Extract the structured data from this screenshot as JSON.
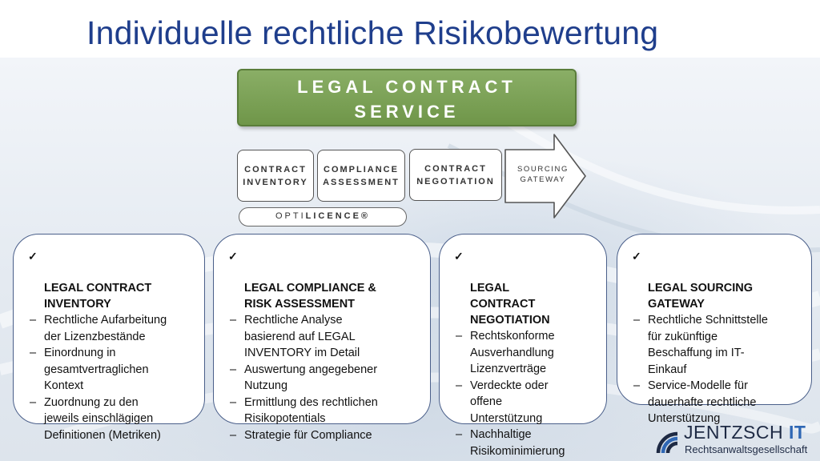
{
  "slide": {
    "title": "Individuelle rechtliche Risikobewertung"
  },
  "service_box": {
    "line1": "LEGAL CONTRACT",
    "line2": "SERVICE"
  },
  "modules": [
    {
      "label": "CONTRACT\nINVENTORY"
    },
    {
      "label": "COMPLIANCE\nASSESSMENT"
    },
    {
      "label": "CONTRACT\nNEGOTIATION"
    }
  ],
  "gateway_arrow": {
    "label": "SOURCING\nGATEWAY"
  },
  "optilicence": {
    "prefix": "OPTI",
    "brand": "LICENCE®"
  },
  "cards": [
    {
      "check": "✓",
      "heading": "LEGAL CONTRACT\nINVENTORY",
      "bullets": [
        "Rechtliche Aufarbeitung\nder Lizenzbestände",
        "Einordnung in\ngesamtvertraglichen\nKontext",
        "Zuordnung zu den\njeweils einschlägigen\nDefinitionen (Metriken)"
      ]
    },
    {
      "check": "✓",
      "heading": "LEGAL COMPLIANCE &\nRISK ASSESSMENT",
      "bullets": [
        "Rechtliche Analyse\nbasierend auf LEGAL\nINVENTORY im Detail",
        "Auswertung angegebener\nNutzung",
        "Ermittlung des rechtlichen\nRisikopotentials",
        "Strategie für Compliance"
      ]
    },
    {
      "check": "✓",
      "heading": "LEGAL\nCONTRACT\nNEGOTIATION",
      "bullets": [
        "Rechtskonforme\nAusverhandlung\nLizenzverträge",
        "Verdeckte oder\noffene\nUnterstützung",
        "Nachhaltige\nRisikominimierung"
      ]
    },
    {
      "check": "✓",
      "heading": "LEGAL SOURCING\nGATEWAY",
      "bullets": [
        "Rechtliche Schnittstelle\nfür zukünftige\nBeschaffung im IT-\nEinkauf",
        "Service-Modelle für\ndauerhafte rechtliche\nUnterstützung"
      ]
    }
  ],
  "bullet_marker": "–",
  "logo": {
    "name_part1": "JENTZSCH ",
    "name_part2": "IT",
    "subtitle": "Rechtsanwaltsgesellschaft"
  },
  "colors": {
    "title": "#1f3e8c",
    "service_green": "#7aa255",
    "card_border": "#4a5f8a",
    "logo_blue": "#2f67b4"
  }
}
